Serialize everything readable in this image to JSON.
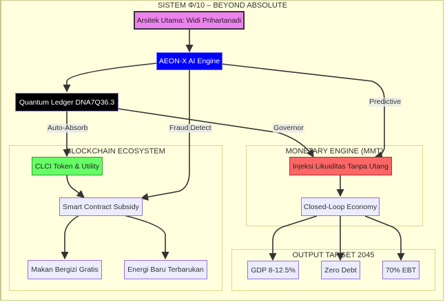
{
  "title": "SISTEM Φ/10 – BEYOND ABSOLUTE",
  "colors": {
    "background": "#ffffde",
    "architect_fill": "#ee82ee",
    "engine_fill": "#0000ff",
    "ledger_fill": "#000000",
    "token_fill": "#66ff66",
    "injection_fill": "#ff6666",
    "default_fill": "#ececff",
    "default_border": "#9370db",
    "edge": "#333333"
  },
  "nodes": {
    "architect": "Arsitek Utama: Widi Prihartanadi",
    "aeon": "AEON-X AI Engine",
    "ledger": "Quantum Ledger DNA7Q36.3",
    "clci": "CLCI Token & Utility",
    "smart_contract": "Smart Contract Subsidy",
    "makan": "Makan Bergizi Gratis",
    "energi": "Energi Baru Terbarukan",
    "injeksi": "Injeksi Likuiditas Tanpa Utang",
    "closed_loop": "Closed-Loop Economy",
    "gdp": "GDP 8-12.5%",
    "zero_debt": "Zero Debt",
    "ebt": "70% EBT"
  },
  "clusters": {
    "blockchain": "BLOCKCHAIN ECOSYSTEM",
    "monetary": "MONETARY ENGINE (MMT)",
    "output": "OUTPUT TARGET 2045"
  },
  "edge_labels": {
    "auto_absorb": "Auto-Absorb",
    "fraud_detect": "Fraud Detect",
    "governor": "Governor",
    "predictive": "Predictive"
  }
}
